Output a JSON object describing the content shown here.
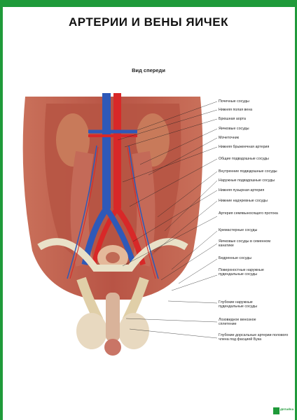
{
  "poster": {
    "title": "АРТЕРИИ И ВЕНЫ ЯИЧЕК",
    "subtitle": "Вид спереди",
    "labels": [
      "Почечные сосуды",
      "Нижняя полая вена",
      "Брюшная аорта",
      "Яичковые сосуды",
      "Мочеточник",
      "Нижняя брыжеечная артерия",
      "Общие подвздошные сосуды",
      "Внутренние подвздошные сосуды",
      "Наружные подвздошные сосуды",
      "Нижняя пузырная артерия",
      "Нижние надчревные сосуды",
      "Артерия семявыносящего протока",
      "Кремастерные сосуды",
      "Яичковые сосуды в семенном канатике",
      "Бедренные сосуды",
      "Поверхностные наружные пудендальные сосуды",
      "Глубокие наружные пудендальные сосуды",
      "Лозовидное венозное сплетение",
      "Глубокие дорсальные артерии полового члена под фасцией Бука"
    ],
    "logo_text": "ДЕЛАЙКА"
  }
}
